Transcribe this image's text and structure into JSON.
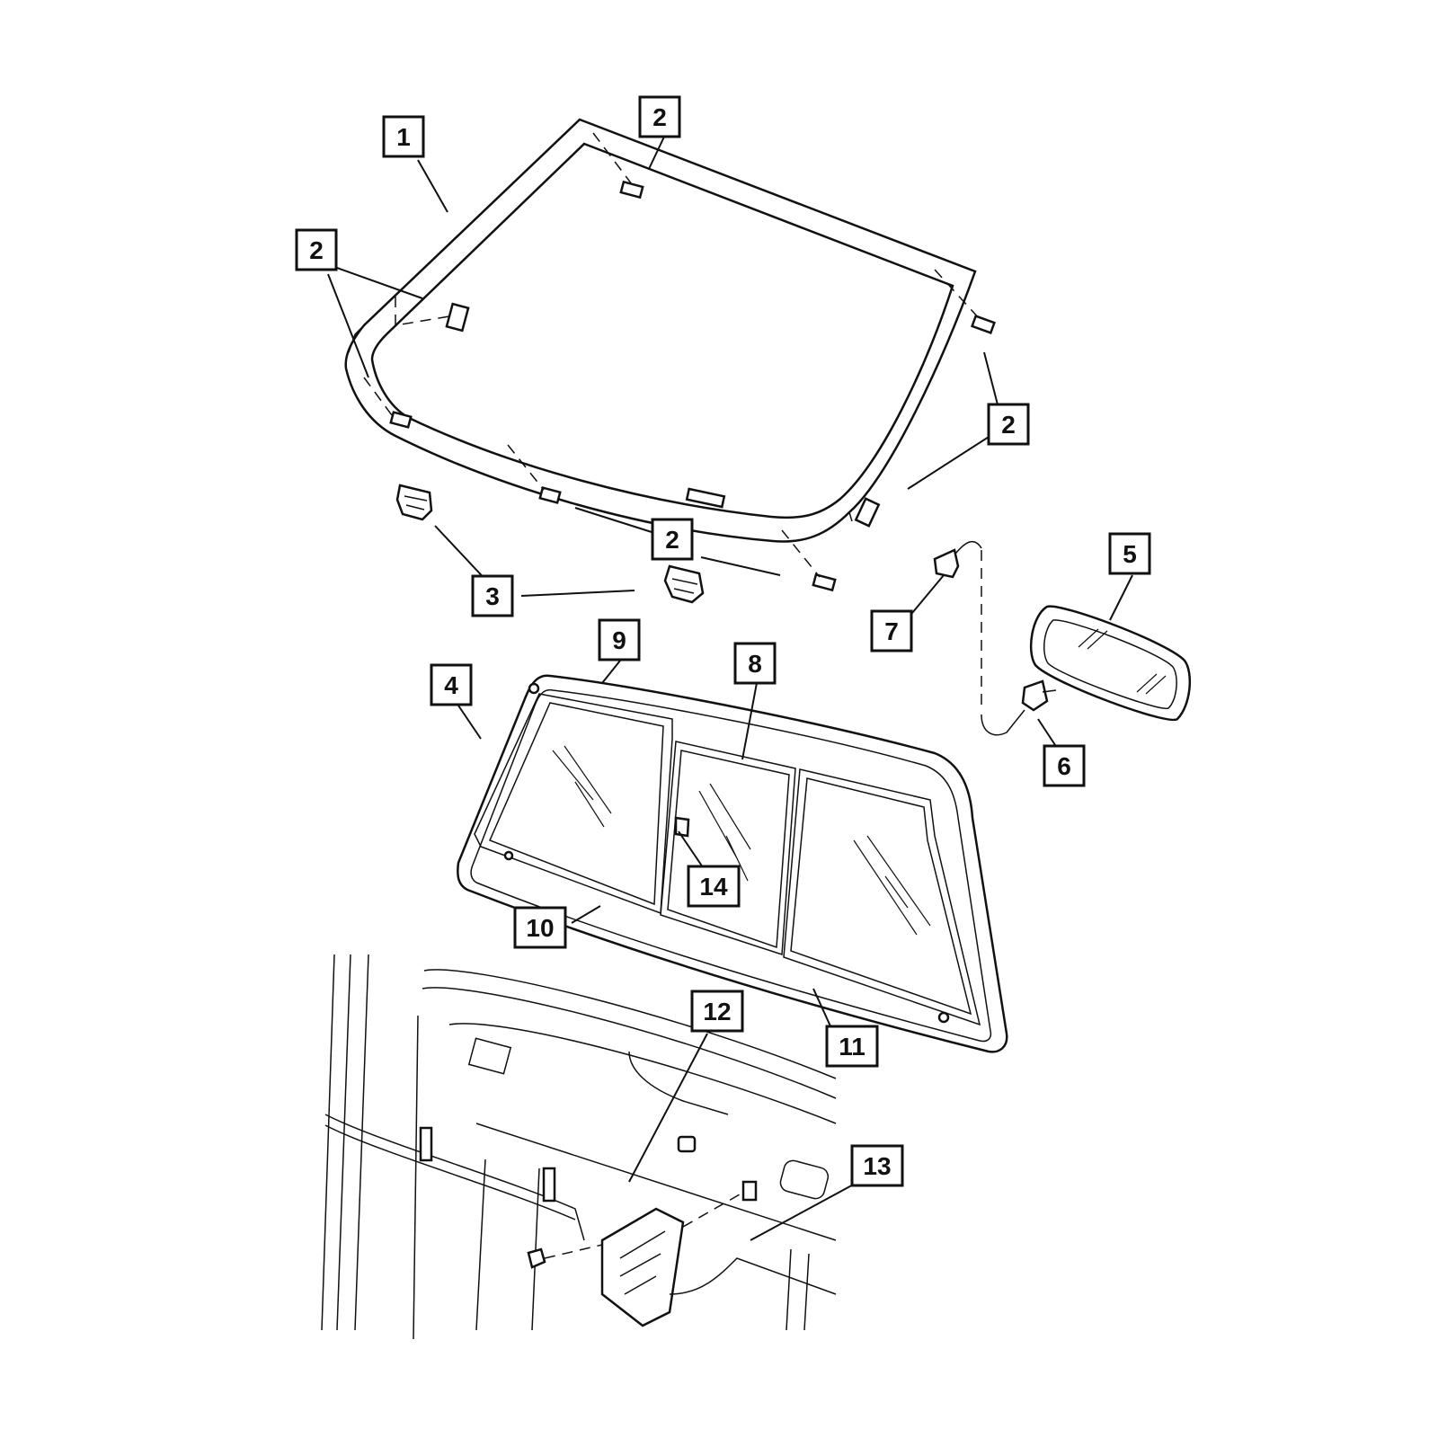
{
  "diagram": {
    "callouts": [
      {
        "id": "c1",
        "label": "1"
      },
      {
        "id": "c2a",
        "label": "2"
      },
      {
        "id": "c2b",
        "label": "2"
      },
      {
        "id": "c2c",
        "label": "2"
      },
      {
        "id": "c2d",
        "label": "2"
      },
      {
        "id": "c3",
        "label": "3"
      },
      {
        "id": "c4",
        "label": "4"
      },
      {
        "id": "c5",
        "label": "5"
      },
      {
        "id": "c6",
        "label": "6"
      },
      {
        "id": "c7",
        "label": "7"
      },
      {
        "id": "c8",
        "label": "8"
      },
      {
        "id": "c9",
        "label": "9"
      },
      {
        "id": "c10",
        "label": "10"
      },
      {
        "id": "c11",
        "label": "11"
      },
      {
        "id": "c12",
        "label": "12"
      },
      {
        "id": "c13",
        "label": "13"
      },
      {
        "id": "c14",
        "label": "14"
      }
    ],
    "colors": {
      "line": "#111111",
      "background": "#ffffff"
    }
  }
}
